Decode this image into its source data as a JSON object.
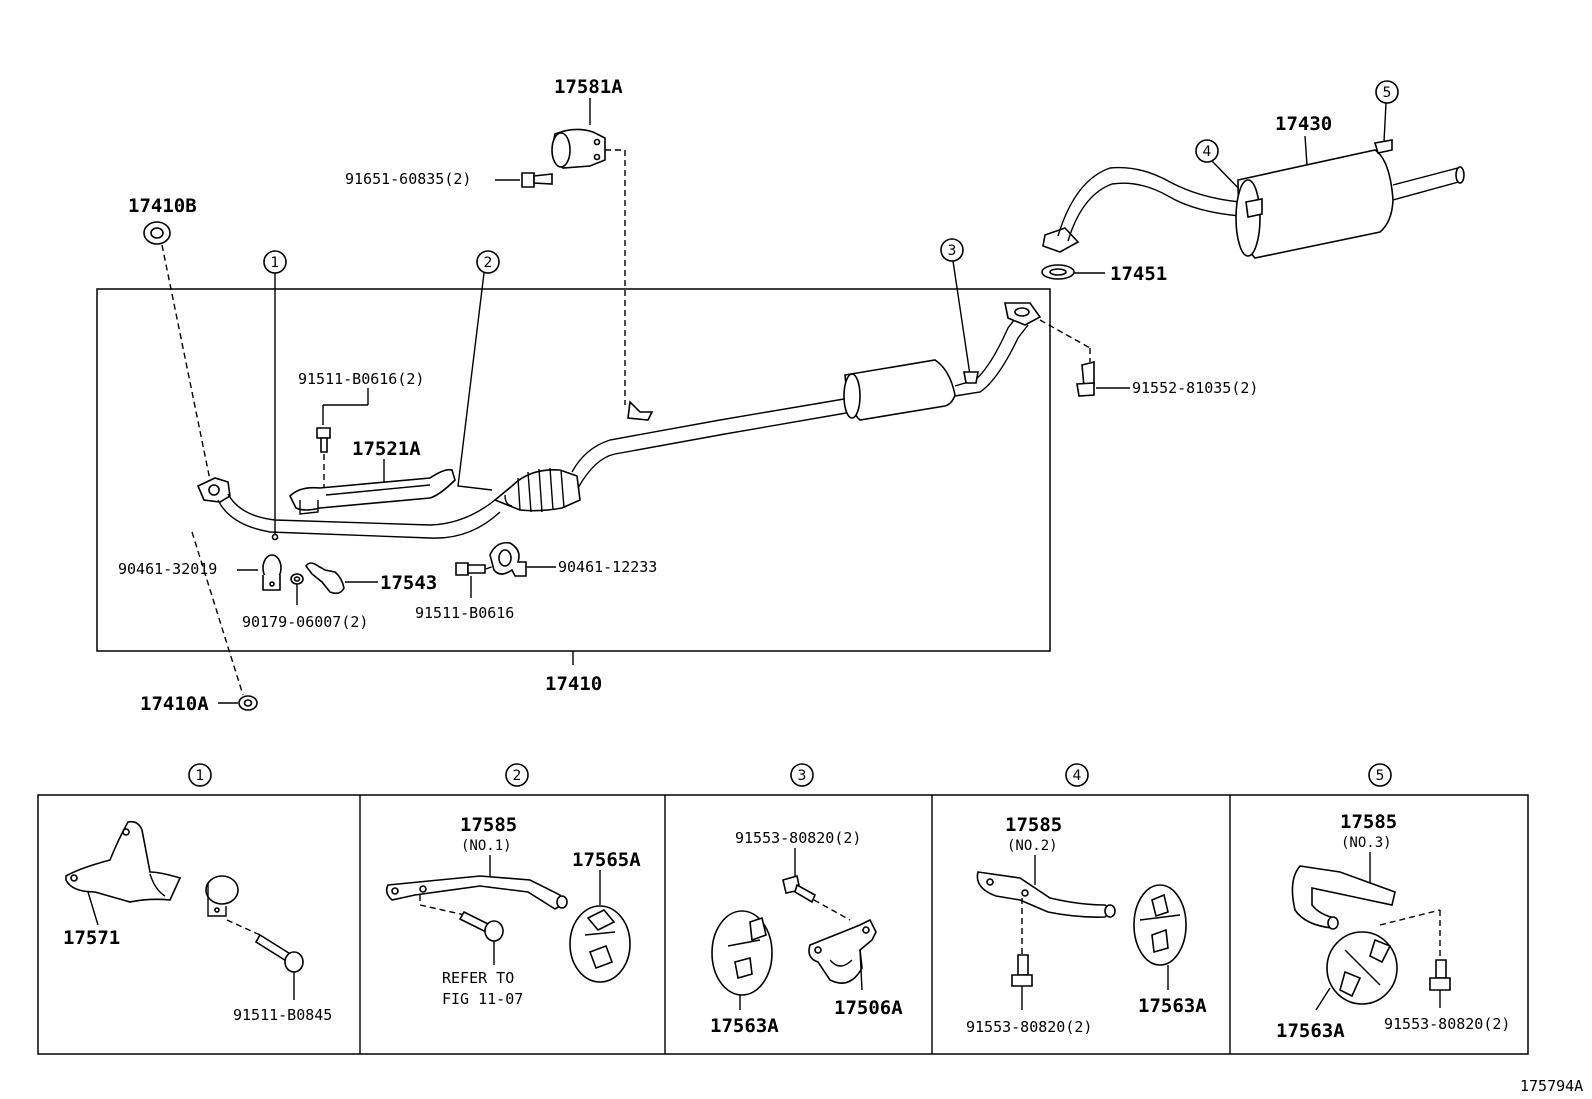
{
  "labels": {
    "p17581A": "17581A",
    "p91651": "91651-60835(2)",
    "p17410B": "17410B",
    "p17430": "17430",
    "p17451": "17451",
    "p91552": "91552-81035(2)",
    "p91511_2": "91511-B0616(2)",
    "p17521A": "17521A",
    "p90461_32019": "90461-32019",
    "p17543": "17543",
    "p90461_12233": "90461-12233",
    "p90179": "90179-06007(2)",
    "p91511": "91511-B0616",
    "p17410": "17410",
    "p17410A": "17410A"
  },
  "callouts": [
    "1",
    "2",
    "3",
    "4",
    "5"
  ],
  "details": {
    "d1": {
      "num": "1",
      "a": "17571",
      "b": "91511-B0845"
    },
    "d2": {
      "num": "2",
      "a": "17585",
      "a_sub": "(NO.1)",
      "b": "17565A",
      "ref1": "REFER TO",
      "ref2": "FIG 11-07"
    },
    "d3": {
      "num": "3",
      "a": "91553-80820(2)",
      "b": "17563A",
      "c": "17506A"
    },
    "d4": {
      "num": "4",
      "a": "17585",
      "a_sub": "(NO.2)",
      "b": "91553-80820(2)",
      "c": "17563A"
    },
    "d5": {
      "num": "5",
      "a": "17585",
      "a_sub": "(NO.3)",
      "b": "17563A",
      "c": "91553-80820(2)"
    }
  },
  "figure_id": "175794A"
}
